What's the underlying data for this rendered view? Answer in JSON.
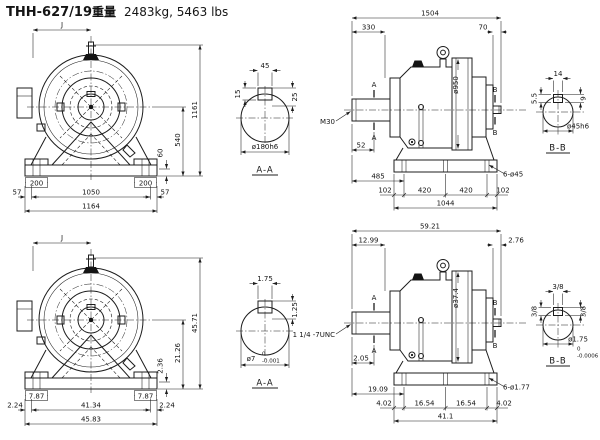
{
  "title": {
    "model": "THH-627/19",
    "weight_label": "重量",
    "weight_value": "2483kg, 5463 lbs"
  },
  "metric": {
    "front": {
      "width_ref": "J",
      "overall_height": "1161",
      "center_height": "540",
      "base_height": "60",
      "pad_left": "200",
      "pad_right": "200",
      "edge_left": "57",
      "center_span": "1050",
      "edge_right": "57",
      "overall_width": "1164"
    },
    "section_a": {
      "title": "A-A",
      "key_width": "45",
      "keyway_depth": "15",
      "key_height": "25",
      "shaft_dia": "ø180h6"
    },
    "side": {
      "overall_length": "1504",
      "input_length": "330",
      "shaft_stub": "70",
      "housing_dia": "ø950",
      "thread_label": "M30",
      "shaft_step": "52",
      "marker_a": "A",
      "marker_b": "B",
      "end_to_hole": "485",
      "hole_edge_left": "102",
      "hole_pitch_1": "420",
      "hole_pitch_2": "420",
      "hole_edge_right": "102",
      "base_length": "1044",
      "holes_note": "6-ø45"
    },
    "section_b": {
      "title": "B-B",
      "key_width": "14",
      "keyway_depth": "5.5",
      "key_height": "9",
      "shaft_dia": "ø45h6"
    }
  },
  "imperial": {
    "front": {
      "width_ref": "J",
      "overall_height": "45.71",
      "center_height": "21.26",
      "base_height": "2.36",
      "pad_left": "7.87",
      "pad_right": "7.87",
      "edge_left": "2.24",
      "center_span": "41.34",
      "edge_right": "2.24",
      "overall_width": "45.83"
    },
    "section_a": {
      "title": "A-A",
      "key_width": "1.75",
      "key_height": "1.25",
      "shaft_dia": "ø7",
      "shaft_tol_upper": "0",
      "shaft_tol_lower": "-0.001"
    },
    "side": {
      "overall_length": "59.21",
      "input_length": "12.99",
      "shaft_stub": "2.76",
      "housing_dia": "ø37.4",
      "thread_label": "1 1/4 -7UNC",
      "shaft_step": "2.05",
      "marker_a": "A",
      "marker_b": "B",
      "end_to_hole": "19.09",
      "hole_edge_left": "4.02",
      "hole_pitch_1": "16.54",
      "hole_pitch_2": "16.54",
      "hole_edge_right": "4.02",
      "base_length": "41.1",
      "holes_note": "6-ø1.77"
    },
    "section_b": {
      "title": "B-B",
      "key_width": "3/8",
      "key_height": "3/8",
      "shaft_dia": "ø1.75",
      "shaft_tol_upper": "0",
      "shaft_tol_lower": "-0.0006"
    }
  }
}
